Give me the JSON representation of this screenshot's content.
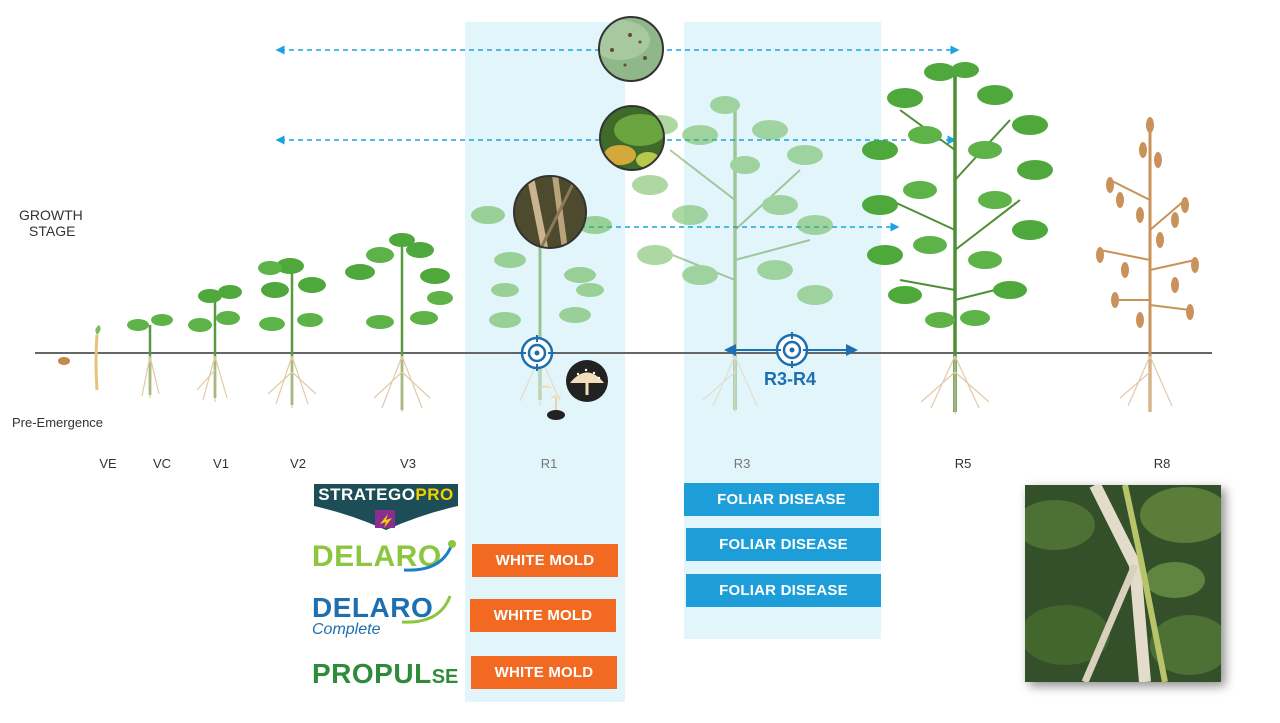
{
  "growth_stage_label_1": "GROWTH",
  "growth_stage_label_2": "STAGE",
  "pre_emergence_label": "Pre-Emergence",
  "stages": [
    "VE",
    "VC",
    "V1",
    "V2",
    "V3",
    "R1",
    "R3",
    "R5",
    "R8"
  ],
  "window_label": "R3-R4",
  "products": {
    "stratego": {
      "main": "STRATEGO",
      "suffix": "PRO"
    },
    "delaro": "DELARO",
    "delaro_complete": {
      "main": "DELARO",
      "sub": "Complete"
    },
    "propulse": {
      "main": "PROPUL",
      "suffix": "SE"
    }
  },
  "tags": {
    "white_mold_1": "WHITE MOLD",
    "white_mold_2": "WHITE MOLD",
    "white_mold_3": "WHITE MOLD",
    "foliar_1": "FOLIAR DISEASE",
    "foliar_2": "FOLIAR DISEASE",
    "foliar_3": "FOLIAR DISEASE"
  },
  "colors": {
    "band": "#dff4fa",
    "orange": "#f26a21",
    "blue": "#1e9ed8",
    "arrow": "#1aa3e0",
    "leaf": "#5db347",
    "dry": "#c9925a"
  }
}
